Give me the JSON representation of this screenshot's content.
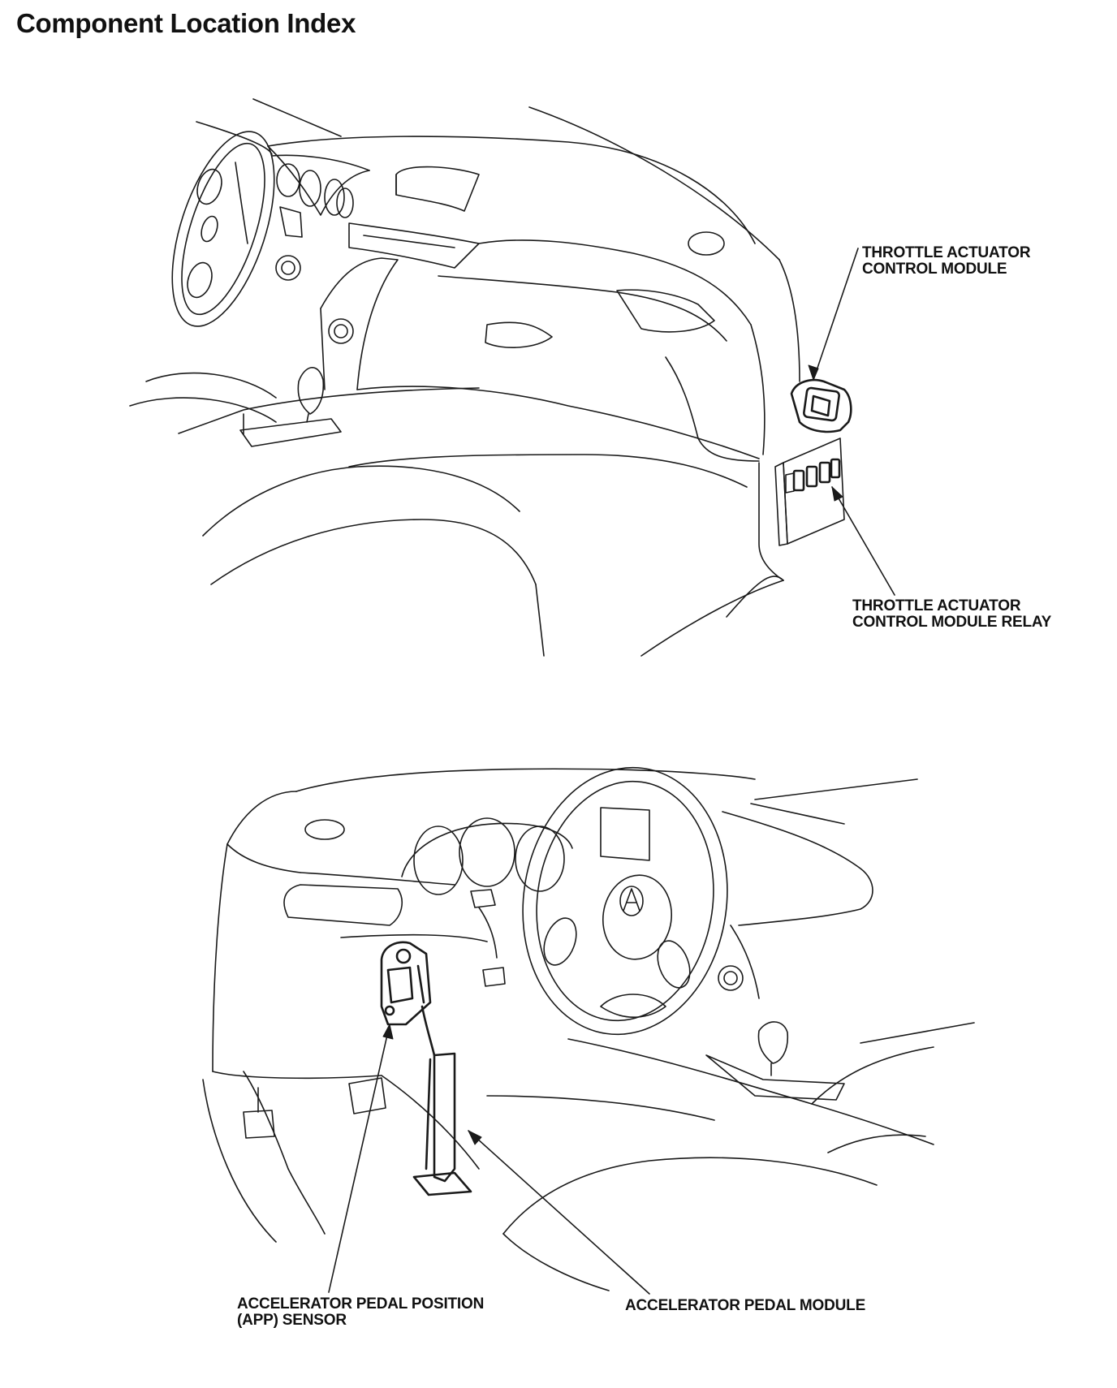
{
  "page": {
    "title": "Component Location Index"
  },
  "top_view": {
    "callouts": [
      {
        "id": "tacm",
        "lines": [
          "THROTTLE ACTUATOR",
          "CONTROL MODULE"
        ]
      },
      {
        "id": "tacm_relay",
        "lines": [
          "THROTTLE ACTUATOR",
          "CONTROL MODULE RELAY"
        ]
      }
    ]
  },
  "bottom_view": {
    "callouts": [
      {
        "id": "app_sensor",
        "lines": [
          "ACCELERATOR PEDAL POSITION",
          "(APP) SENSOR"
        ]
      },
      {
        "id": "pedal_module",
        "lines": [
          "ACCELERATOR PEDAL MODULE"
        ]
      }
    ]
  },
  "colors": {
    "ink": "#1a1a1a",
    "paper": "#ffffff"
  }
}
